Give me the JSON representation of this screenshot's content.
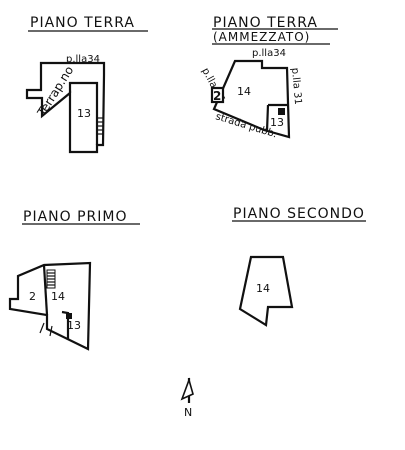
{
  "views": {
    "terra": {
      "title": "PIANO TERRA",
      "labels": {
        "plla": "p.lla34",
        "terrapieno": "Terrap.no",
        "unit13": "13"
      }
    },
    "ammezzato": {
      "title": "PIANO TERRA",
      "subtitle": "(AMMEZZATO)",
      "labels": {
        "plla34": "p.lla34",
        "plla36": "p.lla 36",
        "plla31": "p.lla 31",
        "strada": "strada pubb.",
        "unit14": "14",
        "unit2": "2",
        "unit13": "13"
      }
    },
    "primo": {
      "title": "PIANO PRIMO",
      "labels": {
        "unit2": "2",
        "unit14": "14",
        "unit13": "13"
      }
    },
    "secondo": {
      "title": "PIANO SECONDO",
      "labels": {
        "unit14": "14"
      }
    }
  },
  "north": {
    "label": "N"
  }
}
